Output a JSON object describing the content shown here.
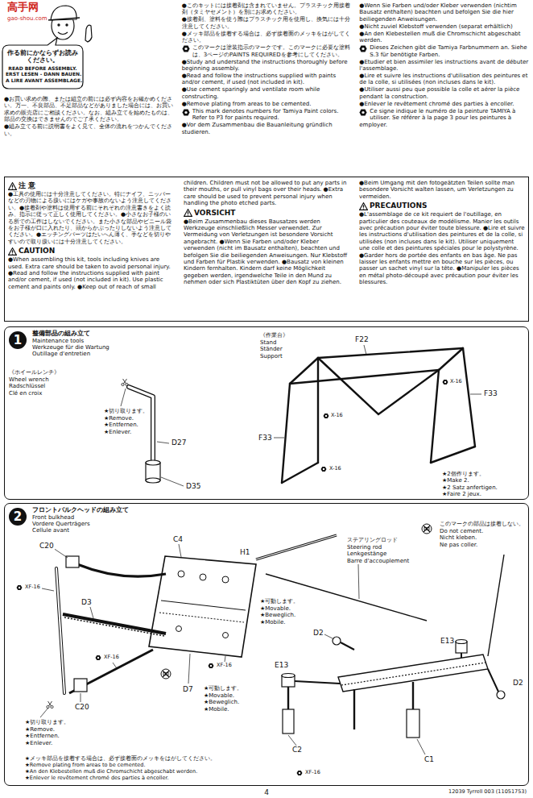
{
  "diagram": {
    "nodes": [
      {
        "text": [
          "作る前にかならずお読みください。",
          "READ BEFORE ASSEMBLY.",
          "ERST LESEN - DANN BAUEN.",
          "A LIRE AVANT ASSEMBLAGE."
        ]
      },
      {
        "text": [
          "注 意",
          "●工具の使用には十分注意してください。特にナイフ、ニッパーなどの刃物による扱いにはケガや事故のないよう注意してください。●接着剤や塗料は使用する前にそれぞれの注意書きをよく読み、指示に従って正しく使用してください。●小さなお子様のいる所での工作はしないでください。また小さな部品やビニール袋をお子様が口に入れたり、頭からかぶったりしないよう注意してください。●エッチングパーツはたいへん薄く、手などを切りやすいので取り扱いには十分注意してください。",
          "CAUTION",
          "●When assembling this kit, tools including knives are used. Extra care should be taken to avoid personal injury. ●Read and follow the instructions supplied with paint and/or cement, if used (not included in kit). Use plastic cement and paints only. ●Keep out of reach of small children. Children must not be allowed to put any parts in their mouths, or pull vinyl bags over their heads. ●Extra care should be used to prevent personal injury when handling the photo etched parts.",
          "VORSICHT",
          "●Beim Zusammenbau dieses Bausatzes werden Werkzeuge einschließlich Messer verwendet. Zur Vermeidung von Verletzungen ist besondere Vorsicht angebracht. ●Wenn Sie Farben und/oder Kleber verwenden (nicht im Bausatz enthalten), beachten und befolgen Sie die beiliegenden Anweisungen. Nur Klebstoff und Farben für Plastik verwenden. ●Bausatz von kleinen Kindern fernhalten. Kindern darf keine Möglichkeit gegeben werden, irgendwelche Teile in den Mund zu nehmen oder sich Plastiktüten über den Kopf zu ziehen. ●Beim Umgang mit den fotogeätzten Teilen sollte man besondere Vorsicht walten lassen, um Verletzungen zu vermeiden.",
          "PRECAUTIONS",
          "●L'assemblage de ce kit requiert de l'outillage, en particulier des couteaux de modélisme. Manier les outils avec précaution pour éviter toute blessure. ●Lire et suivre les instructions d'utilisation des peintures et de la colle, si utilisées (non incluses dans le kit). Utiliser uniquement une colle et des peintures spéciales pour le polystyrène. ●Garder hors de portée des enfants en bas âge. Ne pas laisser les enfants mettre en bouche sur les pièces, ou passer un sachet vinyl sur la tête. ●Manipuler les pièces en métal photo-découpé avec précaution pour éviter les blessures."
        ]
      },
      {
        "text": [
          "整備部品の組み立て",
          "Maintenance tools",
          "Werkzeuge für die Wartung",
          "Outillage d'entretien"
        ]
      },
      {
        "text": [
          "1"
        ],
        "in": 2
      },
      {
        "text": [
          "フロントバルクヘッドの組み立て",
          "Front bulkhead",
          "Vordere Querträgers",
          "Cellule avant"
        ]
      },
      {
        "text": [
          "2"
        ],
        "in": 4
      }
    ],
    "labels": [
      "●お買い求めの際、または組立の前には必ず内容をお確かめください。万一、不良部品、不足部品などがありました場合には、お買い求めの販売店にご相談ください。なお、組み立てを始めたものは、部品の交換はできませんのでご了承ください。",
      "●組み立てる前に説明書をよく見て、全体の流れをつかんでください。",
      "●このキットには接着剤は含まれていません。プラスチック用接着剤（タミヤセメント）を別にお求めください。",
      "●接着剤、塗料を使う際はプラスチック用を使用し、換気には十分注意してください。",
      "●メッキ部品を接着する場合は、必ず接着面のメッキをはがしてください。",
      "このマークは塗装指示のマークです。このマークに必要な塗料は、3ページのPAINTS REQUIREDを参考にしてください。",
      "●Study and understand the instructions thoroughly before beginning assembly.",
      "●Read and follow the instructions supplied with paints and/or cement, if used (not included in kit).",
      "●Use cement sparingly and ventilate room while constructing.",
      "●Remove plating from areas to be cemented.",
      "This mark denotes numbers for Tamiya Paint colors. Refer to P3 for paints required.",
      "●Vor dem Zusammenbau die Bauanleitung gründlich studieren.",
      "●Wenn Sie Farben und/oder Kleber verwenden (nichtim Bausatz enthalten) beachten und befolgen Sie die hier beiliegenden Anweisungen.",
      "●Nicht zuviel Klebstoff verwenden (separat erhältlich)",
      "●An den Klebestellen muß die Chromschicht abgeschabt werden.",
      "Dieses Zeichen gibt die Tamiya Farbnummern an. Siehe S.3 für benötigte Farben.",
      "●Etudier et bien assimiler les instructions avant de débuter l'assemblage.",
      "●Lire et suivre les instructions d'utilisation des peintures et de la colle, si utilisées (non incluses dans le kit).",
      "●Utiliser aussi peu que possible la colle et aérer la pièce pendant la construction.",
      "●Enlever le revêtement chromé des parties à encoller.",
      "Ce signe indique le numéro de la peinture TAMIYA à utiliser. Se référer à la page 3 pour les peintures à employer.",
      "高手网",
      "gao-shou.com",
      "《ホイールレンチ》",
      "Wheel wrench",
      "Radschlüssel",
      "Clé en croix",
      "★切り取ります。",
      "★Remove.",
      "★Entfernen.",
      "★Enlever.",
      "D27",
      "D35",
      "《作業台》",
      "Stand",
      "Ständer",
      "Support",
      "F22",
      "X-16",
      "F33",
      "F33",
      "X-16",
      "X-16",
      "★2個作ります。",
      "★Make 2.",
      "★2 Satz anfertigen.",
      "★Faire 2 jeux.",
      "C20",
      "C4",
      "H1",
      "ステアリングロッド",
      "Steering rod",
      "Lenkgestänge",
      "Barre d'accouplement",
      "このマークの部品は接着しない。",
      "Do not cement.",
      "Nicht kleben.",
      "Ne pas coller.",
      "XF-16",
      "D3",
      "★可動します。",
      "★Movable.",
      "★Beweglich.",
      "★Mobile.",
      "XF-16",
      "D2",
      "XF-16",
      "E13",
      "D7",
      "★可動します。",
      "★Movable.",
      "★Beweglich.",
      "★Mobile.",
      "★切り取ります。",
      "★Remove.",
      "★Entfernen.",
      "★Enlever.",
      "C20",
      "E13",
      "D2",
      "C2",
      "XF-16",
      "C1",
      "★メッキ部品を接着する場合は、必ず接着面のメッキをはがしてください。",
      "★Remove plating from areas to be cemented.",
      "★An den Klebestellen muß die Chromschicht abgeschabt werden.",
      "★Enlever le revêtement chromé des parties à encoller.",
      "4",
      "12039 Tyrrell 003 (11051753)"
    ]
  }
}
